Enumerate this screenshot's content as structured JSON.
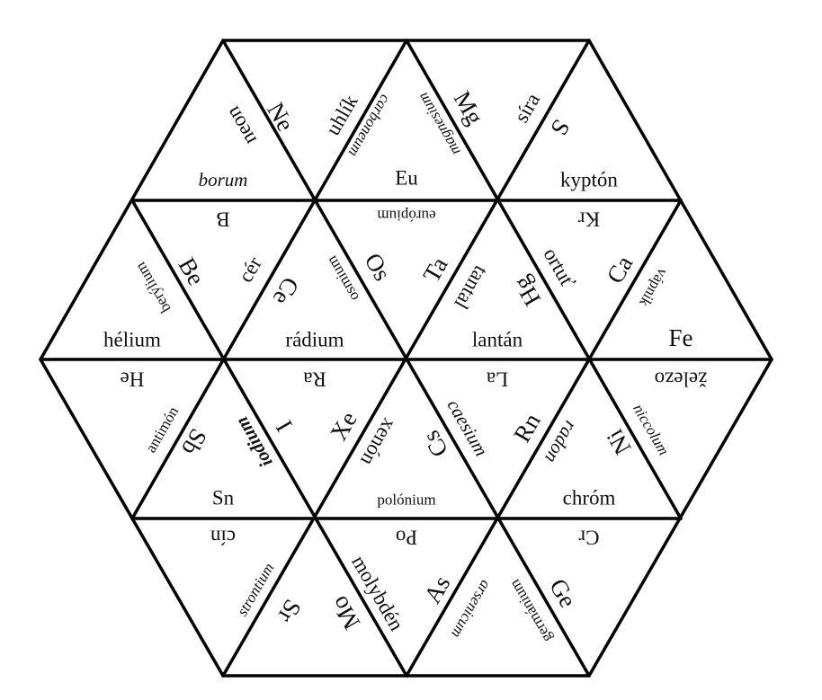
{
  "title": "Tarsia puzzle: chemical elements",
  "labels": {
    "neon": "neon",
    "Ne": "Ne",
    "uhlik": "uhlík",
    "carboneum": "carboneum",
    "magnesium": "magnesium",
    "Mg": "Mg",
    "sira": "síra",
    "S": "S",
    "borum": "borum",
    "Eu": "Eu",
    "kypton": "kyptón",
    "B": "B",
    "europium": "európium",
    "Kr": "Kr",
    "berylium": "berýlium",
    "Be": "Be",
    "cer": "cér",
    "Ce": "Ce",
    "osmium": "osmium",
    "Os": "Os",
    "Ta": "Ta",
    "tantal": "tantal",
    "Hg": "Hg",
    "ortut": "ortuť",
    "Ca": "Ca",
    "vapnik": "vápnik",
    "helium": "hélium",
    "radium": "rádium",
    "lantan": "lantán",
    "Fe": "Fe",
    "He": "He",
    "Ra": "Ra",
    "La": "La",
    "zelezo": "železo",
    "antimon": "antimón",
    "Sb": "Sb",
    "jodium": "iodium",
    "I": "I",
    "Xe": "Xe",
    "xenon": "xenón",
    "Cs": "Cs",
    "caesium": "caesium",
    "Rn": "Rn",
    "radon": "radon",
    "Ni": "Ni",
    "niccolum": "niccolum",
    "Sn": "Sn",
    "polonium": "polónium",
    "chrom": "chróm",
    "cin": "cín",
    "Po": "Po",
    "Cr": "Cr",
    "strontium": "strontium",
    "Sr": "Sr",
    "Mo": "Mo",
    "molybden": "molybdén",
    "As": "As",
    "arsenicum": "arsenicum",
    "germanium": "germánium",
    "Ge": "Ge"
  }
}
